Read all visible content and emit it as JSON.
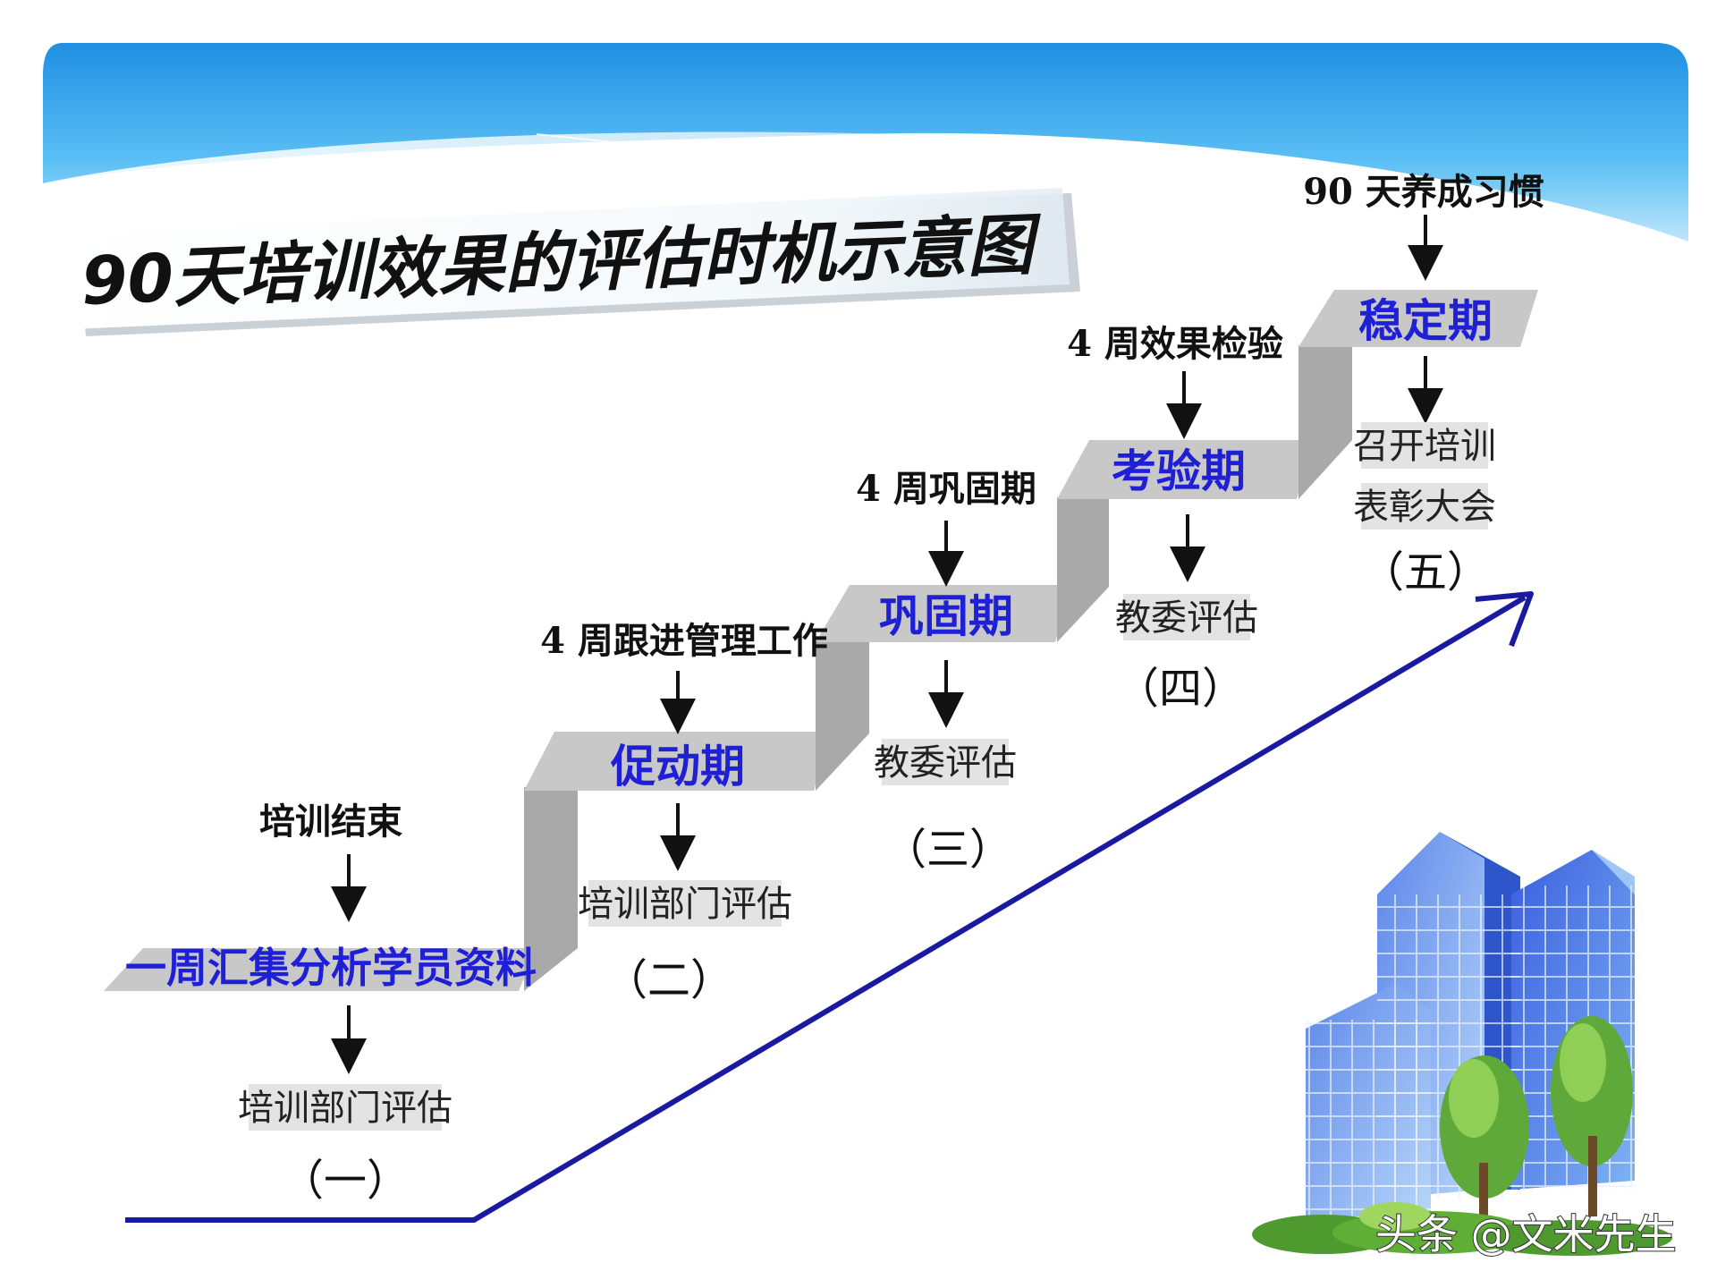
{
  "title": "90天培训效果的评估时机示意图",
  "watermark": "头条 @文米先生",
  "colors": {
    "stage_text": "#1f1fd6",
    "progress_arrow": "#1a1aa0",
    "step_top": "#c8c8c8",
    "step_riser": "#a9a9a9",
    "header_blue": "#3aa3ea"
  },
  "stages": [
    {
      "name": "一周汇集分析学员资料",
      "top_label": "培训结束",
      "eval_lines": [
        "培训部门评估"
      ],
      "number": "（一）"
    },
    {
      "name": "促动期",
      "top_label": "4 周跟进管理工作",
      "eval_lines": [
        "培训部门评估"
      ],
      "number": "（二）"
    },
    {
      "name": "巩固期",
      "top_label": "4 周巩固期",
      "eval_lines": [
        "教委评估"
      ],
      "number": "（三）"
    },
    {
      "name": "考验期",
      "top_label": "4 周效果检验",
      "eval_lines": [
        "教委评估"
      ],
      "number": "（四）"
    },
    {
      "name": "稳定期",
      "top_label": "90 天养成习惯",
      "eval_lines": [
        "召开培训",
        "表彰大会"
      ],
      "number": "（五）"
    }
  ]
}
